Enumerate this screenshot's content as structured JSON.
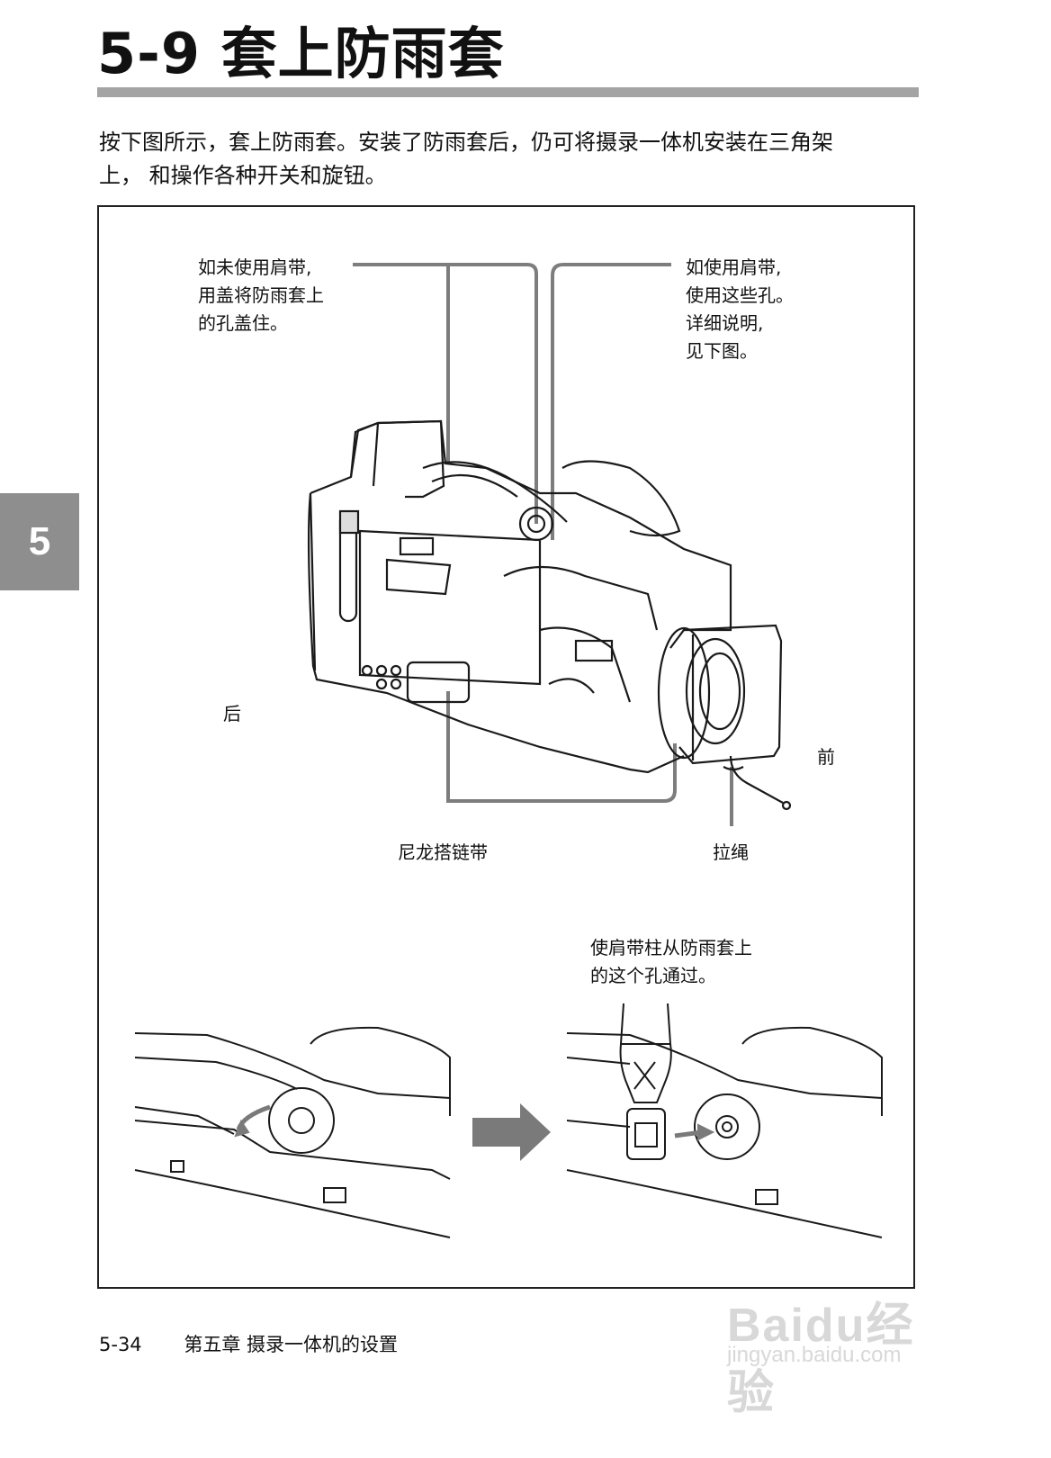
{
  "header": {
    "title": "5-9  套上防雨套"
  },
  "intro": {
    "line1": "按下图所示，套上防雨套。安装了防雨套后，仍可将摄录一体机安装在三角架",
    "line2": "上， 和操作各种开关和旋钮。"
  },
  "chapter_tab": "5",
  "figure": {
    "callout_left": [
      "如未使用肩带,",
      "用盖将防雨套上",
      "的孔盖住。"
    ],
    "callout_right": [
      "如使用肩带,",
      "使用这些孔。",
      "详细说明,",
      "见下图。"
    ],
    "label_back": "后",
    "label_front": "前",
    "label_velcro": "尼龙搭链带",
    "label_drawstring": "拉绳",
    "callout_strap": [
      "使肩带柱从防雨套上",
      "的这个孔通过。"
    ]
  },
  "footer": {
    "page_number": "5-34",
    "chapter_title": "第五章  摄录一体机的设置"
  },
  "watermark": {
    "brand": "Baidu经验",
    "url": "jingyan.baidu.com"
  },
  "colors": {
    "title_rule": "#a4a4a4",
    "chapter_tab": "#8e8e8e",
    "arrow": "#7a7a7a"
  }
}
